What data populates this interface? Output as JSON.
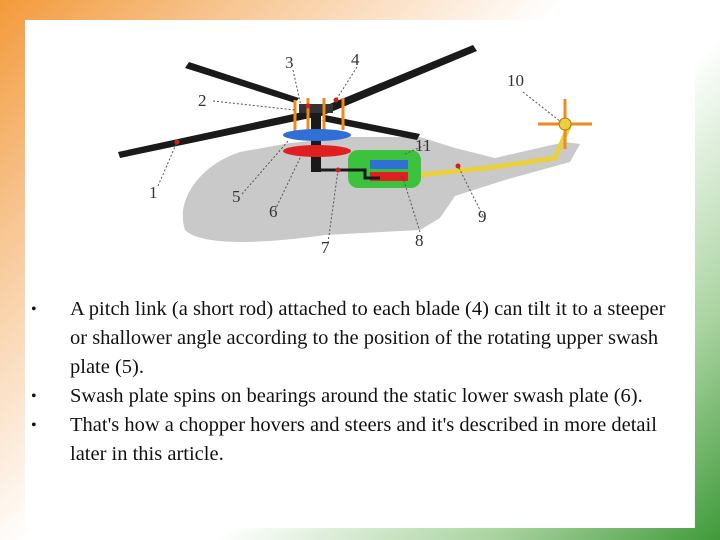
{
  "diagram": {
    "callouts": [
      "1",
      "2",
      "3",
      "4",
      "5",
      "6",
      "7",
      "8",
      "9",
      "10",
      "11"
    ],
    "colors": {
      "body": "#c9c9c9",
      "blade": "#1a1a1a",
      "upper_swash_plate": "#2f6fd6",
      "lower_swash_plate": "#e02020",
      "pitch_link": "#f08a1a",
      "gearbox": "#3cc23c",
      "tail_shaft": "#e8d040",
      "tail_rotor": "#f08a1a"
    },
    "icons": [
      "helicopter-rotor-diagram"
    ]
  },
  "bullets": [
    "A pitch link (a short rod) attached to each blade (4) can tilt it to a steeper or shallower angle according to the position of the rotating upper swash plate (5).",
    "Swash plate spins on bearings around the static lower swash plate (6).",
    "That's how a chopper hovers and steers and it's described in more detail later in this article."
  ]
}
